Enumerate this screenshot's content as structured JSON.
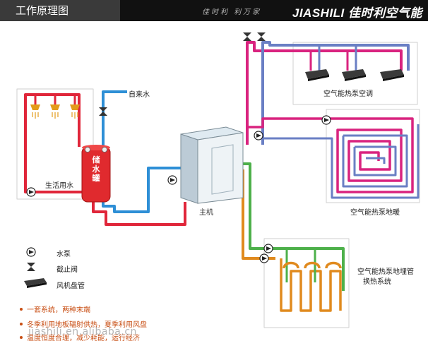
{
  "header": {
    "title": "工作原理图",
    "slogan": "佳时利 利万家",
    "brand": "JIASHILI 佳时利空气能"
  },
  "labels": {
    "tap_water": "自来水",
    "domestic_water": "生活用水",
    "tank": "储水罐",
    "main_unit": "主机",
    "ac": "空气能热泵空调",
    "floor_heating": "空气能热泵地暖",
    "ground_pipe_line1": "空气能热泵地埋管",
    "ground_pipe_line2": "换热系统"
  },
  "legend": [
    {
      "icon": "pump-icon",
      "label": "水泵"
    },
    {
      "icon": "valve-icon",
      "label": "截止阀"
    },
    {
      "icon": "fan-coil-icon",
      "label": "风机盘管"
    }
  ],
  "notes": [
    "一套系统，两种末端",
    "冬季利用地板辐射供热，夏季利用风盘",
    "温度恒度合理，减少耗能，运行经济"
  ],
  "watermark": "jiashili.en.alibaba.cn",
  "colors": {
    "hot": "#e0263a",
    "cold": "#2e8fd6",
    "ac_supply": "#d9237f",
    "ac_return": "#6a7fc4",
    "ground": "#e08a1e",
    "ground_return": "#4db04a",
    "notes": "#c84d12"
  }
}
